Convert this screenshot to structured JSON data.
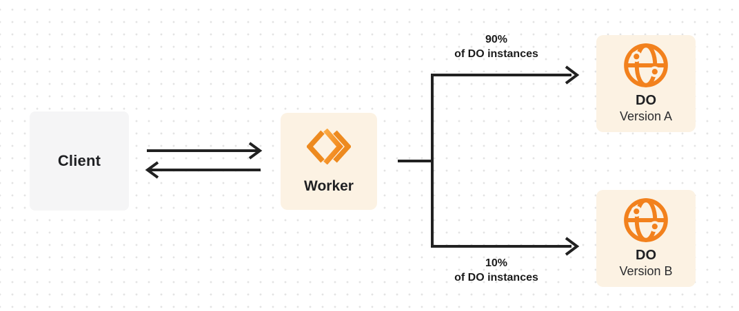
{
  "canvas": {
    "background": "#ffffff",
    "dot_color": "#e3e3e3"
  },
  "colors": {
    "orange": "#f2811d",
    "cream_box": "#fcf2e3",
    "gray_box": "#f5f5f6",
    "connector_line": "#212121",
    "text": "#1f2023"
  },
  "nodes": {
    "client": {
      "label": "Client"
    },
    "worker": {
      "label": "Worker",
      "icon": "cloudflare-workers-icon"
    },
    "do_version_a": {
      "title": "DO",
      "subtitle": "Version A",
      "icon": "durable-object-globe-icon"
    },
    "do_version_b": {
      "title": "DO",
      "subtitle": "Version B",
      "icon": "durable-object-globe-icon"
    }
  },
  "edge_labels": {
    "to_version_a": {
      "line1": "90%",
      "line2": "of DO instances"
    },
    "to_version_b": {
      "line1": "10%",
      "line2": "of DO instances"
    }
  }
}
